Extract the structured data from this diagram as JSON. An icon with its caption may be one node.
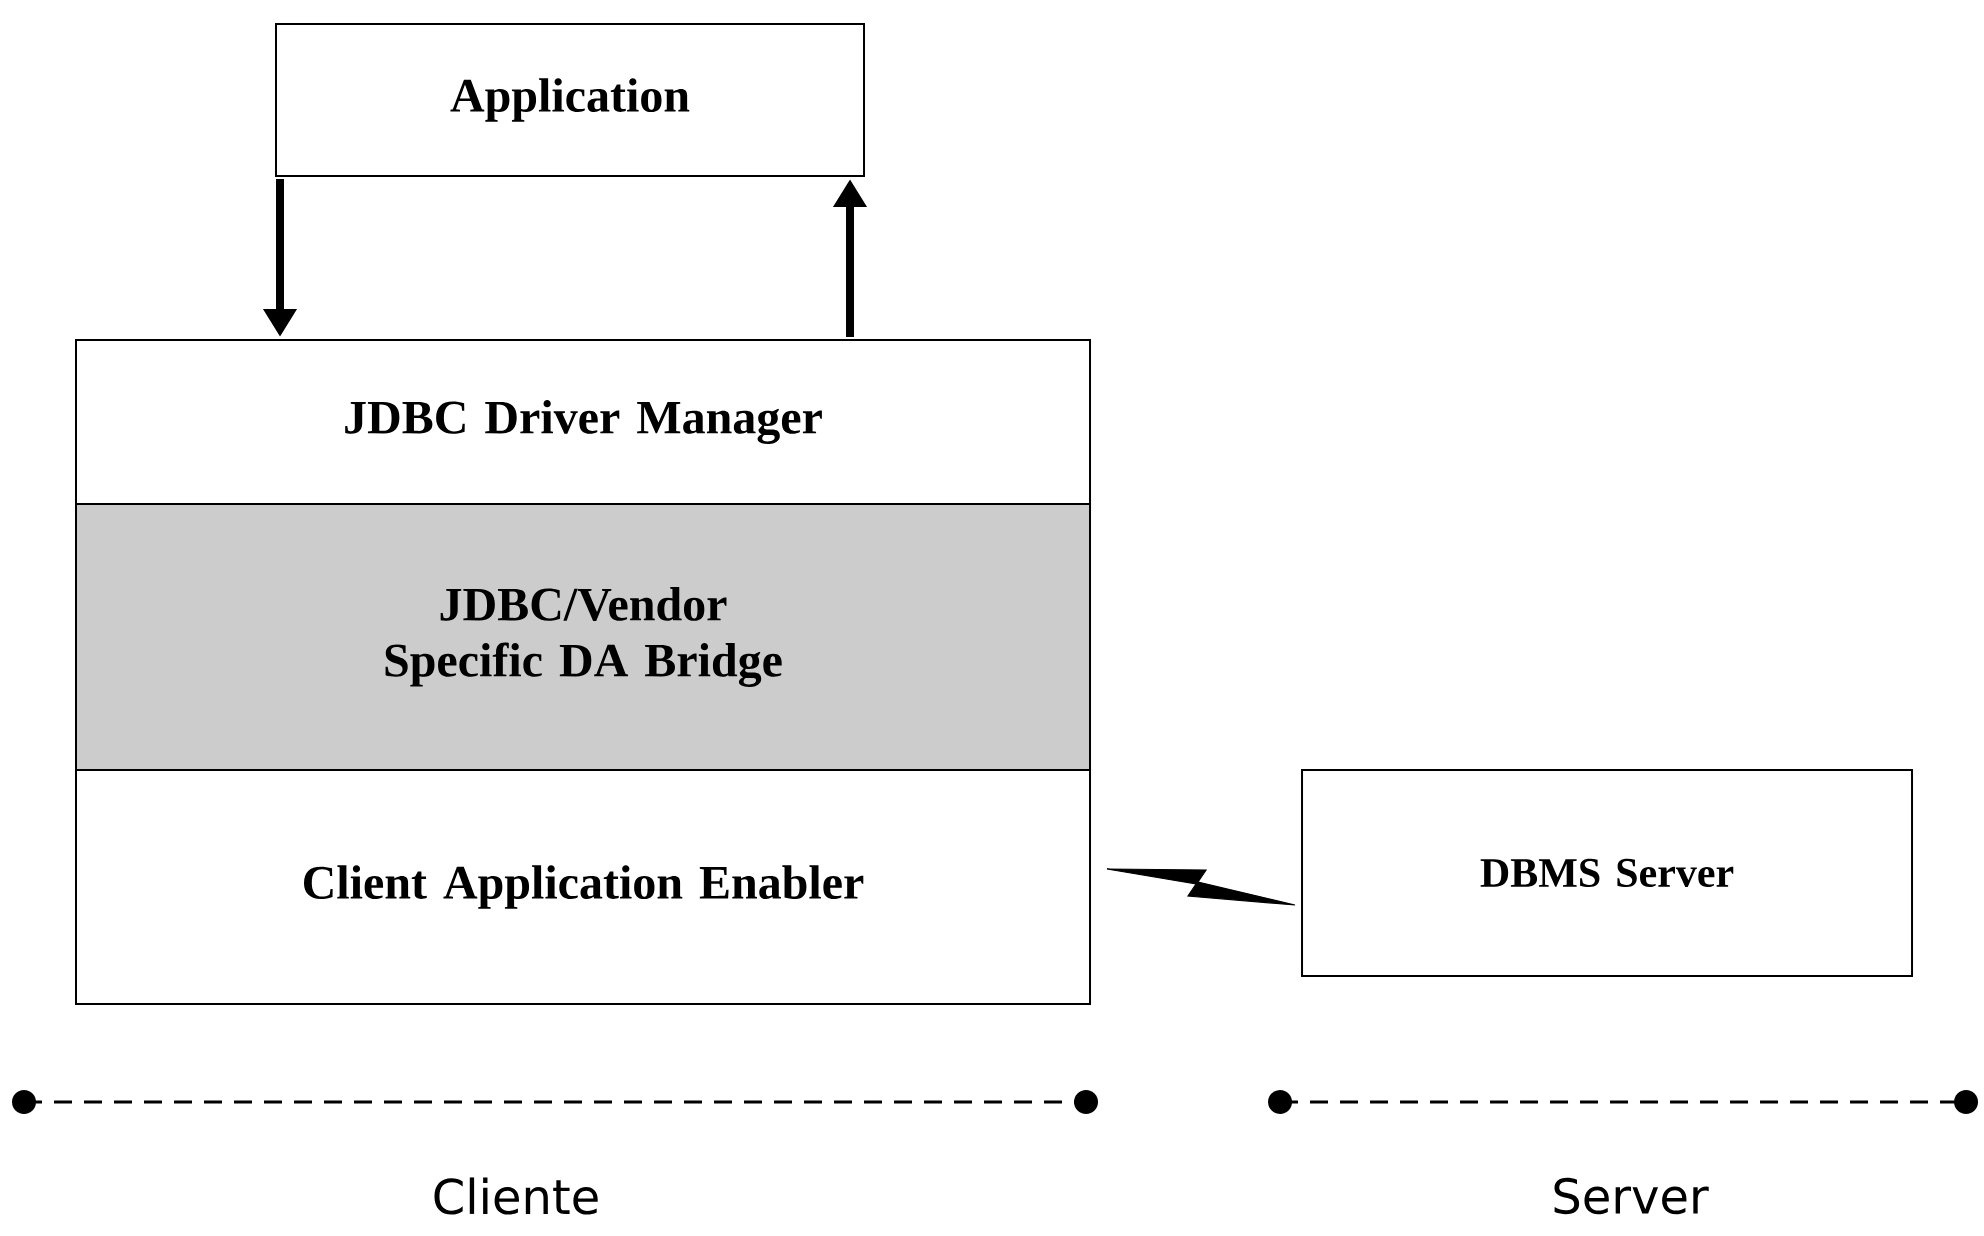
{
  "diagram": {
    "nodes": [
      {
        "text": [
          "Application"
        ]
      },
      {
        "text": [
          "JDBC Driver Manager"
        ]
      },
      {
        "text": [
          "JDBC/Vendor Specific DA Bridge"
        ]
      },
      {
        "text": [
          "Client Application Enabler"
        ]
      },
      {
        "text": [
          "DBMS Server"
        ]
      }
    ],
    "edges": [
      {
        "from": 0,
        "to": 1,
        "arrow": "to"
      },
      {
        "from": 1,
        "to": 0,
        "arrow": "to"
      },
      {
        "from": 3,
        "to": 4,
        "arrow": "none"
      }
    ],
    "labels": [
      "Cliente",
      "Server"
    ]
  }
}
